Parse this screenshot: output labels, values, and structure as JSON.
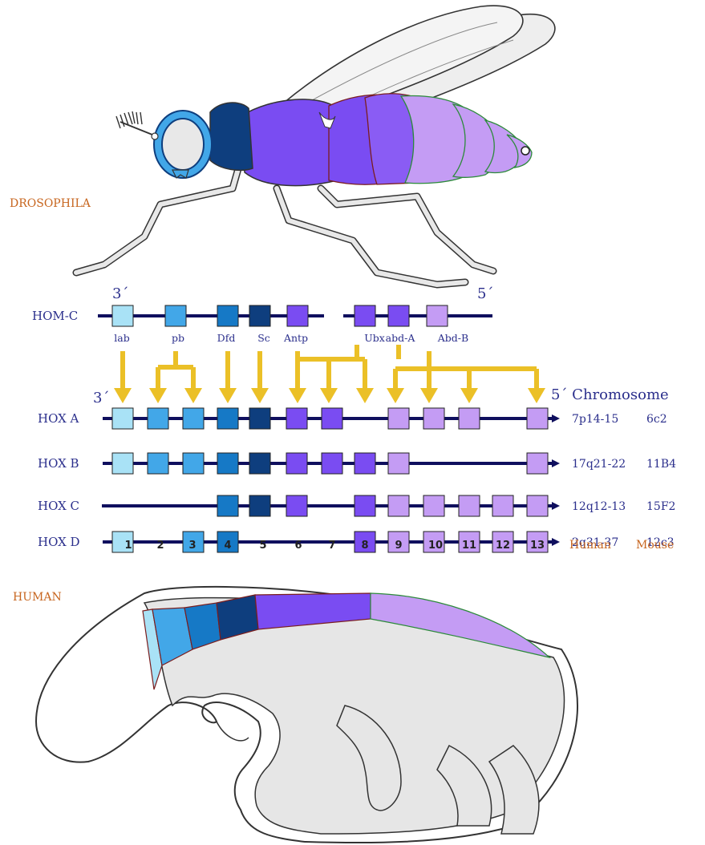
{
  "labels": {
    "drosophila": "DROSOPHILA",
    "human": "HUMAN",
    "homc": "HOM-C",
    "three_prime": "3´",
    "five_prime": "5´",
    "three_prime_2": "3´",
    "five_prime_chromosome": "5´ Chromosome",
    "human_col": "Human",
    "mouse_col": "Mouse"
  },
  "colors": {
    "c1": "#a9e2f6",
    "c2": "#42a7e8",
    "c4": "#1679c6",
    "c5": "#0e3e7e",
    "c6": "#7a4cf2",
    "c9": "#c49cf4",
    "line": "#0f0f5e",
    "arrow": "#ebc027",
    "orange": "#c7651e",
    "blue_text": "#2b2f8c"
  },
  "homc": {
    "genes": [
      {
        "name": "lab",
        "color": "c1"
      },
      {
        "name": "pb",
        "color": "c2"
      },
      {
        "name": "Dfd",
        "color": "c4"
      },
      {
        "name": "Sc",
        "color": "c5"
      },
      {
        "name": "Antp",
        "color": "c6"
      },
      {
        "name": "Ubx",
        "color": "c6"
      },
      {
        "name": "abd-A",
        "color": "c6"
      },
      {
        "name": "Abd-B",
        "color": "c9"
      }
    ]
  },
  "clusters": [
    {
      "name": "HOX A",
      "human_loc": "7p14-15",
      "mouse_loc": "6c2",
      "genes": [
        1,
        2,
        3,
        4,
        5,
        6,
        7,
        9,
        10,
        11,
        13
      ]
    },
    {
      "name": "HOX B",
      "human_loc": "17q21-22",
      "mouse_loc": "11B4",
      "genes": [
        1,
        2,
        3,
        4,
        5,
        6,
        7,
        8,
        9,
        13
      ]
    },
    {
      "name": "HOX C",
      "human_loc": "12q12-13",
      "mouse_loc": "15F2",
      "genes": [
        4,
        5,
        6,
        8,
        9,
        10,
        11,
        12,
        13
      ]
    },
    {
      "name": "HOX D",
      "human_loc": "2q31-37",
      "mouse_loc": "12c3",
      "genes": [
        1,
        3,
        4,
        8,
        9,
        10,
        11,
        12,
        13
      ]
    }
  ],
  "paralog_numbers": [
    "1",
    "2",
    "3",
    "4",
    "5",
    "6",
    "7",
    "8",
    "9",
    "10",
    "11",
    "12",
    "13"
  ],
  "paralog_colors": {
    "1": "c1",
    "2": "c2",
    "3": "c2",
    "4": "c4",
    "5": "c5",
    "6": "c6",
    "7": "c6",
    "8": "c6",
    "9": "c9",
    "10": "c9",
    "11": "c9",
    "12": "c9",
    "13": "c9"
  }
}
